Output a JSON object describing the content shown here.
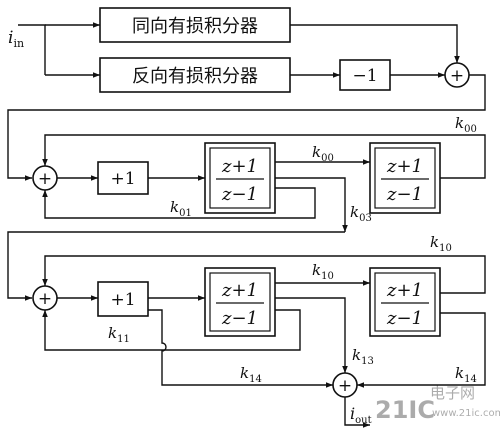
{
  "blocks": {
    "same_integrator": "同向有损积分器",
    "reverse_integrator": "反向有损积分器",
    "gain_minus_one": "−1",
    "plus_one_1": "+1",
    "plus_one_2": "+1",
    "tf_numerator": "z+1",
    "tf_denominator": "z−1"
  },
  "summers": {
    "symbol": "+"
  },
  "signals": {
    "input": "i",
    "input_sub": "in",
    "output": "i",
    "output_sub": "out"
  },
  "coefficients": {
    "k00_top": "k",
    "k00_top_sub": "00",
    "k00_mid": "k",
    "k00_mid_sub": "00",
    "k01": "k",
    "k01_sub": "01",
    "k03": "k",
    "k03_sub": "03",
    "k10_top": "k",
    "k10_top_sub": "10",
    "k10_mid": "k",
    "k10_mid_sub": "10",
    "k11": "k",
    "k11_sub": "11",
    "k13": "k",
    "k13_sub": "13",
    "k14_left": "k",
    "k14_left_sub": "14",
    "k14_right": "k",
    "k14_right_sub": "14"
  },
  "watermark": {
    "cn": "电子网",
    "logo": "21IC",
    "url": "www.21ic.com"
  }
}
